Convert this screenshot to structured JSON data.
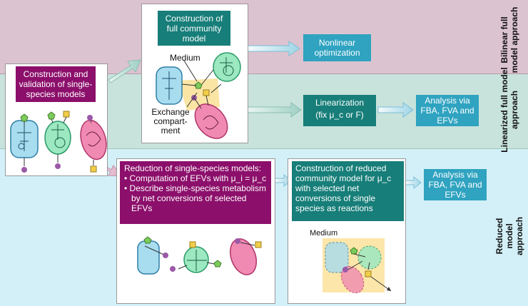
{
  "bands": {
    "bilinear": {
      "label": "Bilinear full model approach",
      "color": "#dcc3d0"
    },
    "linearized": {
      "label": "Linearized full model approach",
      "color": "#c8e3dc"
    },
    "reduced": {
      "label": "Reduced model approach",
      "color": "#d3f0f8"
    }
  },
  "boxes": {
    "single_species": "Construction and validation of single-species models",
    "full_community": "Construction of full community model",
    "nonlinear": "Nonlinear optimization",
    "linearization_line1": "Linearization",
    "linearization_line2": "(fix μ_c or F)",
    "analysis_full": "Analysis via FBA, FVA and EFVs",
    "reduction_title": "Reduction of single-species models:",
    "reduction_bullet1": "Computation of EFVs with μ_i = μ_c",
    "reduction_bullet2": "Describe single-species metabolism by net conversions of selected EFVs",
    "reduced_community": "Construction of reduced community model for μ_c with selected net conversions of single species as reactions",
    "analysis_reduced": "Analysis via FBA, FVA and EFVs"
  },
  "labels": {
    "medium_top": "Medium",
    "exchange": "Exchange compart-ment",
    "medium_bottom": "Medium"
  },
  "colors": {
    "purple": "#8c0f6b",
    "teal": "#177e79",
    "cyan": "#2fa3c0",
    "blue_cell": "#a8dcef",
    "green_cell": "#9ce8c0",
    "pink_cell": "#f08ab2",
    "medium": "#fbe29a"
  }
}
